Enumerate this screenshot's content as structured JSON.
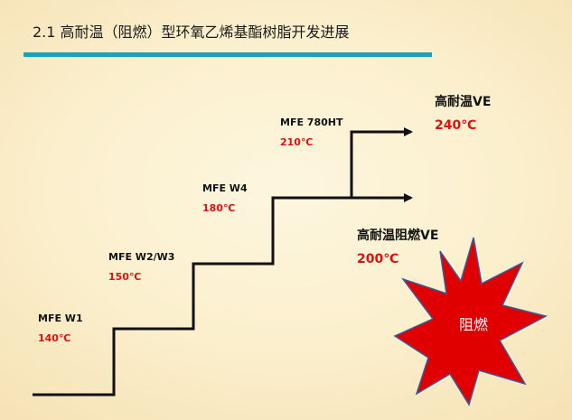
{
  "title": "2.1 高耐温（阻燃）型环氧乙烯基酯树脂开发进展",
  "steps": [
    {
      "name": "MFE W1",
      "temp": "140℃"
    },
    {
      "name": "MFE W2/W3",
      "temp": "150℃"
    },
    {
      "name": "MFE W4",
      "temp": "180℃"
    },
    {
      "name": "MFE 780HT",
      "temp": "210℃"
    }
  ],
  "branches": {
    "upper": {
      "name": "高耐温VE",
      "temp": "240℃"
    },
    "lower": {
      "name": "高耐温阻燃VE",
      "temp": "200℃"
    }
  },
  "badge": "阻燃",
  "colors": {
    "accent_bar": "#1f9fbf",
    "temp_text": "#e01010",
    "badge_fill": "#e00000",
    "badge_stroke": "#3b5a9a"
  }
}
